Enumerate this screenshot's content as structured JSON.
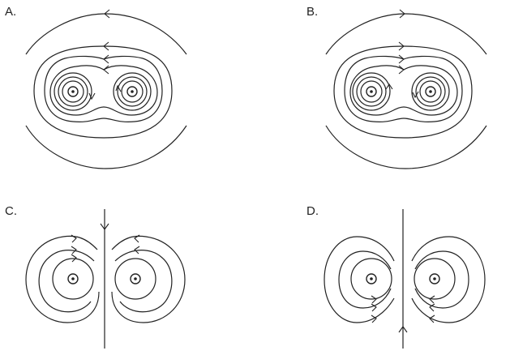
{
  "diagram": {
    "panels": [
      {
        "id": "A",
        "label": "A.",
        "wire_direction": "out-of-page",
        "field_direction": "counterclockwise-arrows-left",
        "style": "combined-field"
      },
      {
        "id": "B",
        "label": "B.",
        "wire_direction": "out-of-page",
        "field_direction": "arrows-right",
        "style": "combined-field"
      },
      {
        "id": "C",
        "label": "C.",
        "wire_direction": "out-of-page",
        "field_direction": "separate-loops-divider-arrow-down",
        "style": "separate-fields"
      },
      {
        "id": "D",
        "label": "D.",
        "wire_direction": "out-of-page",
        "field_direction": "separate-loops-divider-arrow-up",
        "style": "separate-fields"
      }
    ],
    "colors": {
      "line": "#222222",
      "background": "#ffffff"
    }
  }
}
